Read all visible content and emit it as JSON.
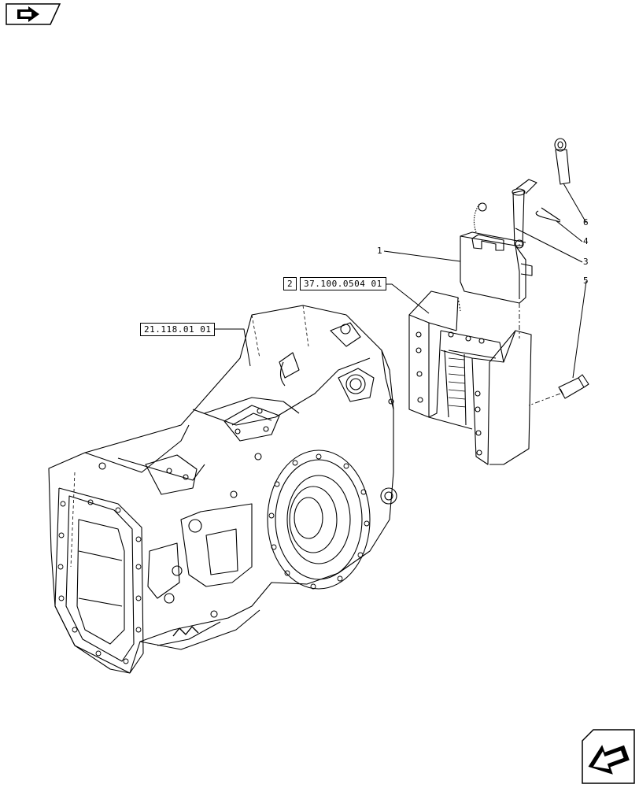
{
  "references": {
    "housing_ref": "21.118.01 01",
    "hitch_ref_count": "2",
    "hitch_ref": "37.100.0504 01"
  },
  "callouts": [
    "1",
    "3",
    "4",
    "5",
    "6"
  ],
  "icons": {
    "top_left": "book-arrow-icon",
    "bottom_right": "next-page-arrow-icon"
  }
}
